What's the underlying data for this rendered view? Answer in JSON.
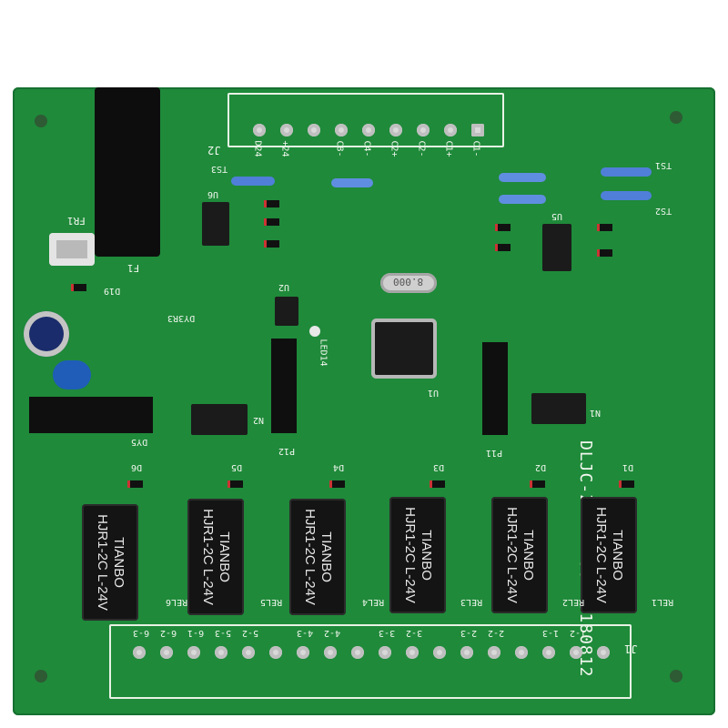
{
  "board": {
    "version_label": "DLJC-ZB-V1.00-20180812",
    "connector_top": "J2",
    "connector_bottom": "J1",
    "relay_text": [
      "TIANBO",
      "HJR1-2C L-24V"
    ],
    "relays": [
      "REL6",
      "REL5",
      "REL4",
      "REL3",
      "REL2",
      "REL1"
    ],
    "diodes": [
      "D6",
      "D5",
      "D4",
      "D3",
      "D2",
      "D1"
    ],
    "bottom_pins": [
      "6-3",
      "6-2",
      "6-1",
      "5-3",
      "5-2",
      "4-3",
      "4-2",
      "3-3",
      "3-2",
      "2-3",
      "2-2",
      "1-3",
      "1-2"
    ],
    "top_pins": [
      "D24",
      "+24",
      "C8-",
      "C4-",
      "C2+",
      "C2-",
      "C1+",
      "C1-"
    ],
    "labels": {
      "fr1": "FR1",
      "f1": "F1",
      "u1": "U1",
      "u5": "U5",
      "u6": "U6",
      "u2": "U2",
      "ts3": "TS3",
      "ts1": "TS1",
      "ts2": "TS2",
      "dy5": "DY5",
      "dy3r3": "DY3R3",
      "d19": "D19",
      "p12": "P12",
      "p11": "P11",
      "n2": "N2",
      "n1": "N1",
      "led14": "LED14",
      "crystal": "8.000"
    }
  }
}
